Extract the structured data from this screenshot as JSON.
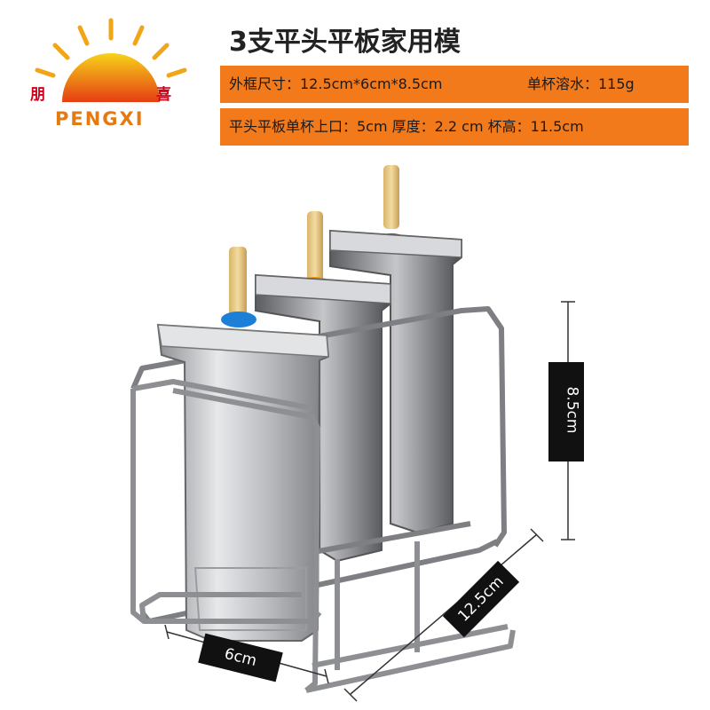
{
  "brand": {
    "cn_left": "朋",
    "cn_right": "喜",
    "en": "PENGXI",
    "sun_icon": "sun-icon"
  },
  "title": "3支平头平板家用模",
  "specs": {
    "row1": {
      "left": "外框尺寸：12.5cm*6cm*8.5cm",
      "right": "单杯溶水：115g"
    },
    "row2": {
      "text": "平头平板单杯上口：5cm 厚度：2.2  cm 杯高：11.5cm"
    }
  },
  "dimensions": {
    "height": "8.5cm",
    "width": "12.5cm",
    "depth": "6cm"
  },
  "colors": {
    "spec_bar": "#f27a1a",
    "brand_red": "#d0021b",
    "brand_orange": "#e37a12",
    "cap_blue": "#1e7fd8",
    "cap_orange": "#f39a1b",
    "cap_red": "#e0121b"
  }
}
